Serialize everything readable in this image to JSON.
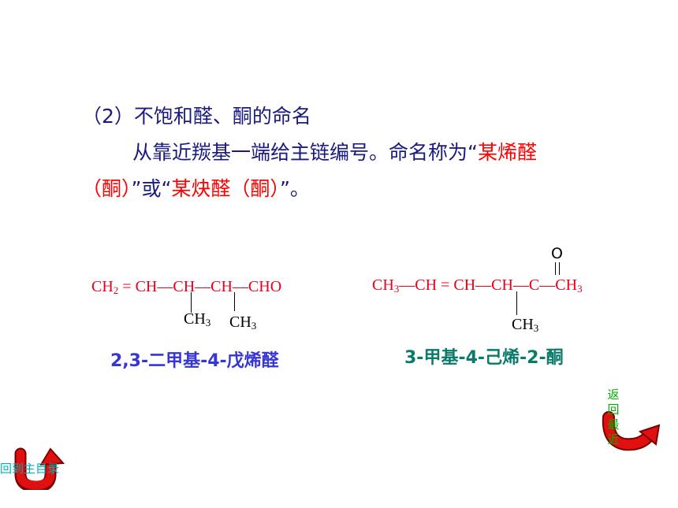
{
  "heading": "（2）不饱和醛、酮的命名",
  "body_line1": "从靠近羰基一端给主链编号。命名称为“",
  "body_line1_red": "某烯醛",
  "body_line2_red1": "（酮）",
  "body_line2_mid": "”或“",
  "body_line2_red2": "某炔醛（酮）",
  "body_line2_end": "”。",
  "compound1": {
    "main_chain_prefix": "CH",
    "main_chain_sub": "2",
    "main_chain_rest": " = CH—CH—CH—CHO",
    "branch1": "CH",
    "branch1_sub": "3",
    "branch2": "CH",
    "branch2_sub": "3",
    "name": "2,3-二甲基-4-戊烯醛"
  },
  "compound2": {
    "part1": "CH",
    "part1_sub": "3",
    "part2": "—CH = CH—CH—C—CH",
    "part2_sub": "3",
    "oxygen": "O",
    "branch": "CH",
    "branch_sub": "3",
    "name": "3-甲基-4-己烯-2-酮"
  },
  "nav": {
    "back_main": "回到主目录",
    "back_recent": [
      "返",
      "回",
      "最",
      "近"
    ]
  },
  "colors": {
    "body_text": "#1a1a80",
    "highlight": "#ff0000",
    "formula": "#e8001c",
    "name1": "#3636d6",
    "name2": "#0a7a6a",
    "nav_arrow": "#e01010"
  }
}
